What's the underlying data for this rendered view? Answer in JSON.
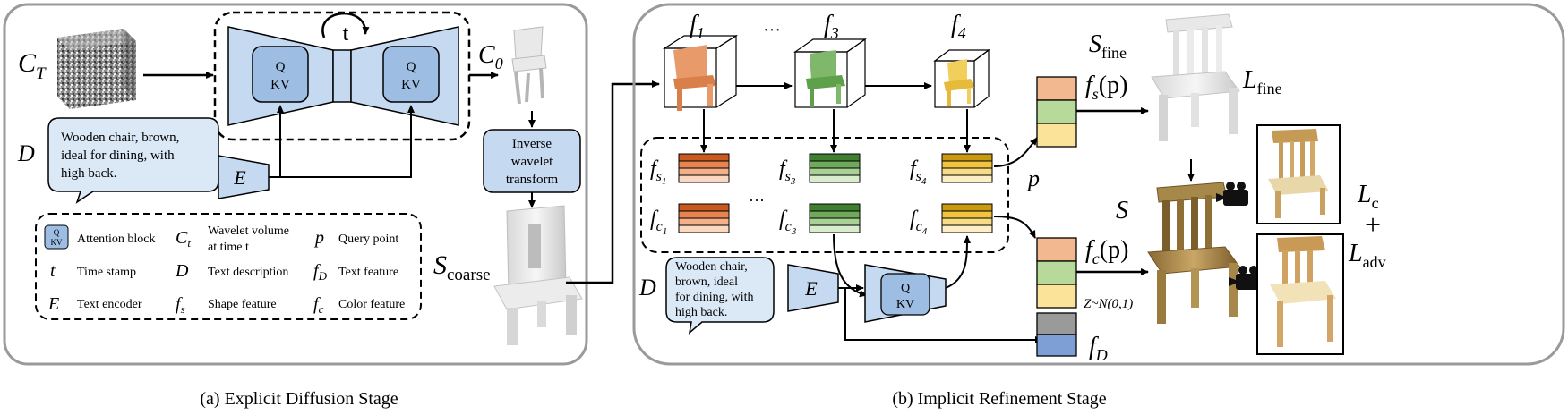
{
  "stage_a": {
    "caption": "(a) Explicit Diffusion Stage",
    "ct_label": "C",
    "ct_sub": "T",
    "c0_label": "C",
    "c0_sub": "0",
    "d_label": "D",
    "e_label": "E",
    "t_label": "t",
    "attn_q": "Q",
    "attn_kv": "KV",
    "prompt_lines": [
      "Wooden chair, brown,",
      "ideal for dining, with",
      "high back."
    ],
    "inverse_lines": [
      "Inverse",
      "wavelet",
      "transform"
    ],
    "scoarse_label": "S",
    "scoarse_sub": "coarse",
    "legend": {
      "attention": "Attention block",
      "ct_desc_1": "Wavelet volume",
      "ct_desc_2": "at time t",
      "p_sym": "p",
      "p_desc": "Query point",
      "t_sym": "t",
      "t_desc": "Time stamp",
      "d_sym": "D",
      "d_desc": "Text description",
      "fd_desc": "Text feature",
      "e_sym": "E",
      "e_desc": "Text encoder",
      "fs_desc": "Shape feature",
      "fc_desc": "Color feature"
    }
  },
  "stage_b": {
    "caption": "(b) Implicit Refinement Stage",
    "f1": "f",
    "f1_sub": "1",
    "f3": "f",
    "f3_sub": "3",
    "f4": "f",
    "f4_sub": "4",
    "ellipsis": "···",
    "fs_sub": "s",
    "fc_sub": "c",
    "p_label": "p",
    "d_label": "D",
    "e_label": "E",
    "prompt_lines": [
      "Wooden chair,",
      "brown, ideal",
      "for dining, with",
      "high back."
    ],
    "sfine": "S",
    "sfine_sub": "fine",
    "fsp": "f",
    "fsp_rest": "(p)",
    "lfine": "L",
    "lfine_sub": "fine",
    "s_label": "S",
    "fcp": "f",
    "fcp_rest": "(p)",
    "lc": "L",
    "lc_sub": "c",
    "plus": "+",
    "ladv": "L",
    "ladv_sub": "adv",
    "noise": "Z~N(0,1)",
    "fd": "f",
    "fd_sub": "D"
  },
  "colors": {
    "block_blue": "#c5daf0",
    "block_blue_dark": "#a9c7e8",
    "orange": "#e89a6a",
    "green": "#7fb86a",
    "yellow": "#f2cf5a",
    "vec_orange": "#f2b88f",
    "vec_green": "#b7d99a",
    "vec_yellow": "#fbe39a",
    "vec_gray": "#9a9a9a",
    "vec_blue": "#7d9fd6"
  }
}
